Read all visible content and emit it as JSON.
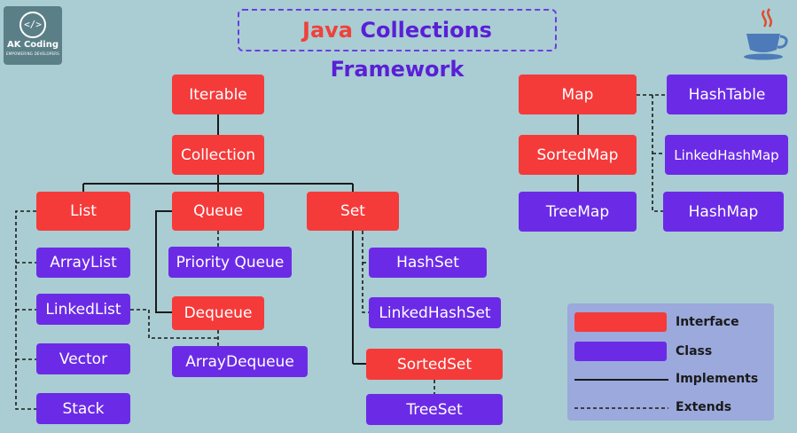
{
  "logo": {
    "icon": "</>",
    "name": "AK Coding",
    "tagline": "EMPOWERING DEVELOPERS"
  },
  "title": {
    "java": "Java",
    "rest": "Collections Framework"
  },
  "cup_icon": "java-coffee-cup-icon",
  "colors": {
    "interface": "#f53a3a",
    "class": "#6b2be6",
    "background": "#a9cdd3"
  },
  "nodes": {
    "iterable": "Iterable",
    "collection": "Collection",
    "list": "List",
    "queue": "Queue",
    "set": "Set",
    "arraylist": "ArrayList",
    "linkedlist": "LinkedList",
    "vector": "Vector",
    "stack": "Stack",
    "priority_queue": "Priority Queue",
    "dequeue": "Dequeue",
    "arraydequeue": "ArrayDequeue",
    "hashset": "HashSet",
    "linkedhashset": "LinkedHashSet",
    "sortedset": "SortedSet",
    "treeset": "TreeSet",
    "map": "Map",
    "sortedmap": "SortedMap",
    "treemap": "TreeMap",
    "hashtable": "HashTable",
    "linkedhashmap": "LinkedHashMap",
    "hashmap": "HashMap"
  },
  "legend": {
    "interface": "Interface",
    "class": "Class",
    "implements": "Implements",
    "extends": "Extends"
  }
}
